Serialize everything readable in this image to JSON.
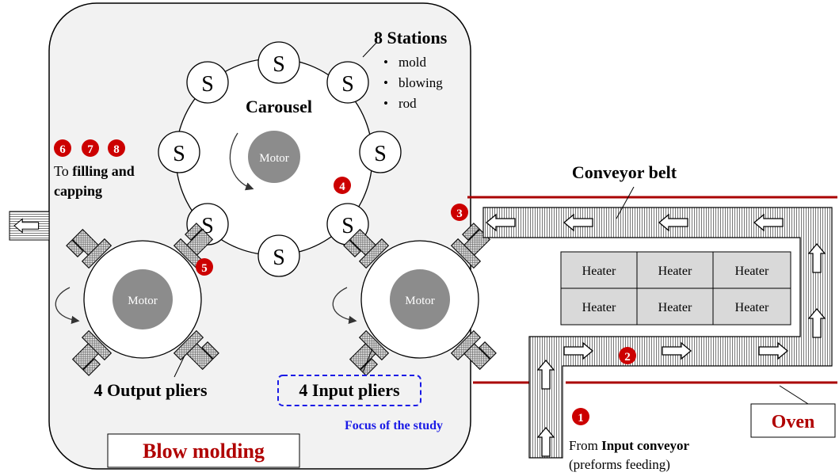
{
  "stations": {
    "heading": "8 Stations",
    "items": [
      "mold",
      "blowing",
      "rod"
    ],
    "station_label": "S"
  },
  "carousel": {
    "label": "Carousel"
  },
  "motor_label": "Motor",
  "output": {
    "step_numbers": [
      "6",
      "7",
      "8"
    ],
    "line1_prefix": "To ",
    "line1_bold": "filling and",
    "line2_bold": "capping",
    "pliers_label": "4 Output pliers"
  },
  "input": {
    "pliers_label": "4 Input pliers",
    "focus_note": "Focus of the study"
  },
  "conveyor_belt": {
    "label": "Conveyor belt"
  },
  "heaters": [
    "Heater",
    "Heater",
    "Heater",
    "Heater",
    "Heater",
    "Heater"
  ],
  "oven": {
    "label": "Oven"
  },
  "blow_molding": {
    "label": "Blow molding"
  },
  "feed": {
    "prefix": "From ",
    "bold": "Input conveyor",
    "sub": "(preforms feeding)"
  },
  "steps": [
    "1",
    "2",
    "3",
    "4",
    "5"
  ],
  "colors": {
    "step_badge": "#cc0000",
    "oven_line": "#aa0000",
    "title_red": "#b00000",
    "focus_blue": "#1a1ae6",
    "motor_fill": "#8c8c8c",
    "panel_fill": "#f2f2f2",
    "heater_fill": "#d9d9d9"
  }
}
